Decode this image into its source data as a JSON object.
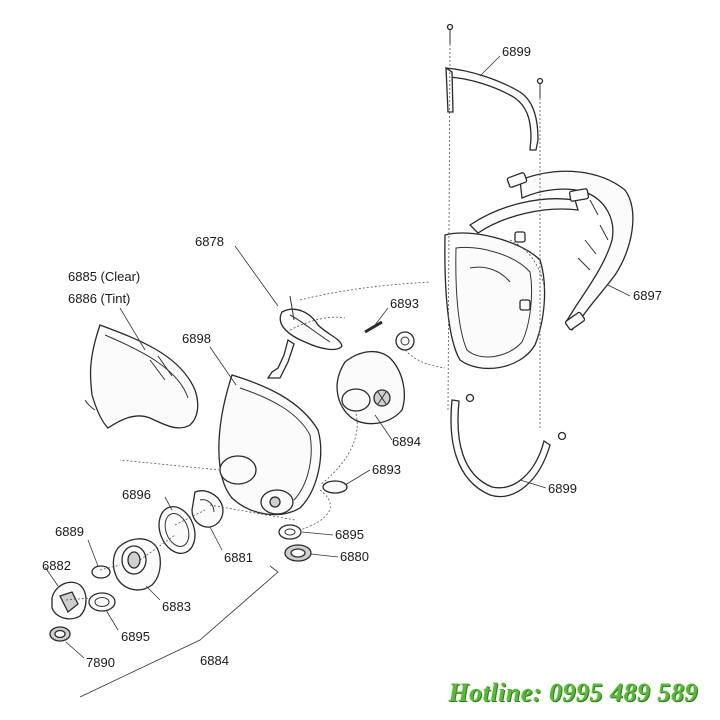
{
  "labels": {
    "p6899_top": "6899",
    "p6897": "6897",
    "p6878": "6878",
    "p6885": "6885 (Clear)",
    "p6886": "6886 (Tint)",
    "p6893_top": "6893",
    "p6898": "6898",
    "p6894": "6894",
    "p6893_bottom": "6893",
    "p6896": "6896",
    "p6889": "6889",
    "p6882": "6882",
    "p6881": "6881",
    "p6895_right": "6895",
    "p6880": "6880",
    "p6883": "6883",
    "p6895_left": "6895",
    "p7890": "7890",
    "p6899_bottom": "6899",
    "p6884": "6884"
  },
  "watermark": {
    "hotline": "Hotline: 0995 489 589",
    "color": "#5cb83a"
  }
}
